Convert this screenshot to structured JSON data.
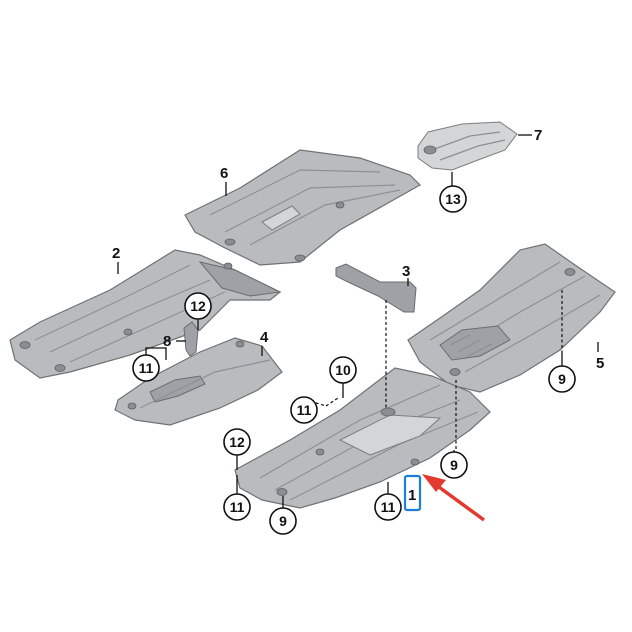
{
  "diagram": {
    "part_labels": {
      "p1": "1",
      "p2": "2",
      "p3": "3",
      "p4": "4",
      "p5": "5",
      "p6": "6",
      "p7": "7",
      "p8": "8"
    },
    "callouts": {
      "c9a": "9",
      "c9b": "9",
      "c9c": "9",
      "c10": "10",
      "c11a": "11",
      "c11b": "11",
      "c11c": "11",
      "c11d": "11",
      "c12a": "12",
      "c12b": "12",
      "c13": "13"
    },
    "highlight_color": "#1e7fd6",
    "arrow_color": "#e23a2e"
  }
}
